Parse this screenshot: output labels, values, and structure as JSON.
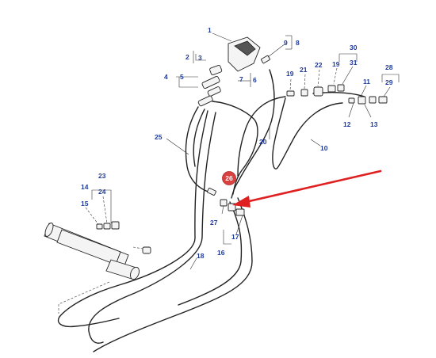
{
  "colors": {
    "label": "#1f3b9a",
    "highlight": "#d94040",
    "arrow": "#e02020"
  },
  "labels": {
    "l1": "1",
    "l2": "2",
    "l3": "3",
    "l4": "4",
    "l5": "5",
    "l6": "6",
    "l7": "7",
    "l8": "8",
    "l9": "9",
    "l10": "10",
    "l11": "11",
    "l12": "12",
    "l13": "13",
    "l14": "14",
    "l15": "15",
    "l16": "16",
    "l17": "17",
    "l18": "18",
    "l19a": "19",
    "l19b": "19",
    "l20": "20",
    "l21": "21",
    "l22": "22",
    "l23": "23",
    "l24": "24",
    "l25": "25",
    "l26": "26",
    "l27": "27",
    "l28": "28",
    "l29": "29",
    "l30": "30",
    "l31": "31"
  },
  "highlighted_part": "26"
}
